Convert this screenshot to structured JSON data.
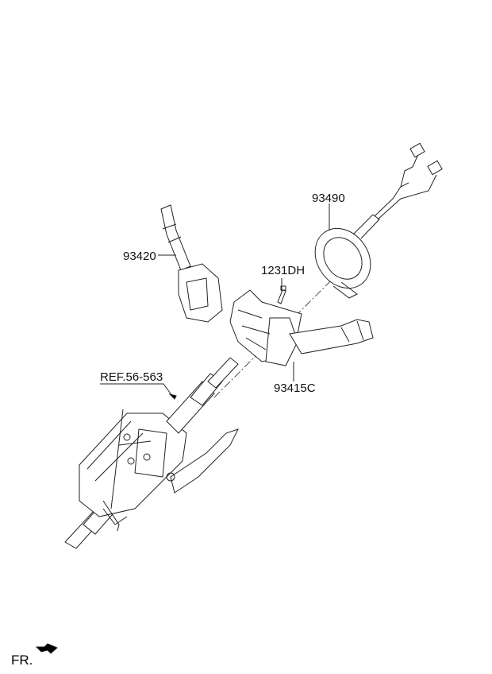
{
  "parts": {
    "clock_spring": "93490",
    "wiper_switch": "93420",
    "bolt": "1231DH",
    "multifunction_switch": "93415C",
    "column_reference": "REF.56-563"
  },
  "direction_marker": {
    "label": "FR.",
    "icon": "front-arrow-icon"
  }
}
